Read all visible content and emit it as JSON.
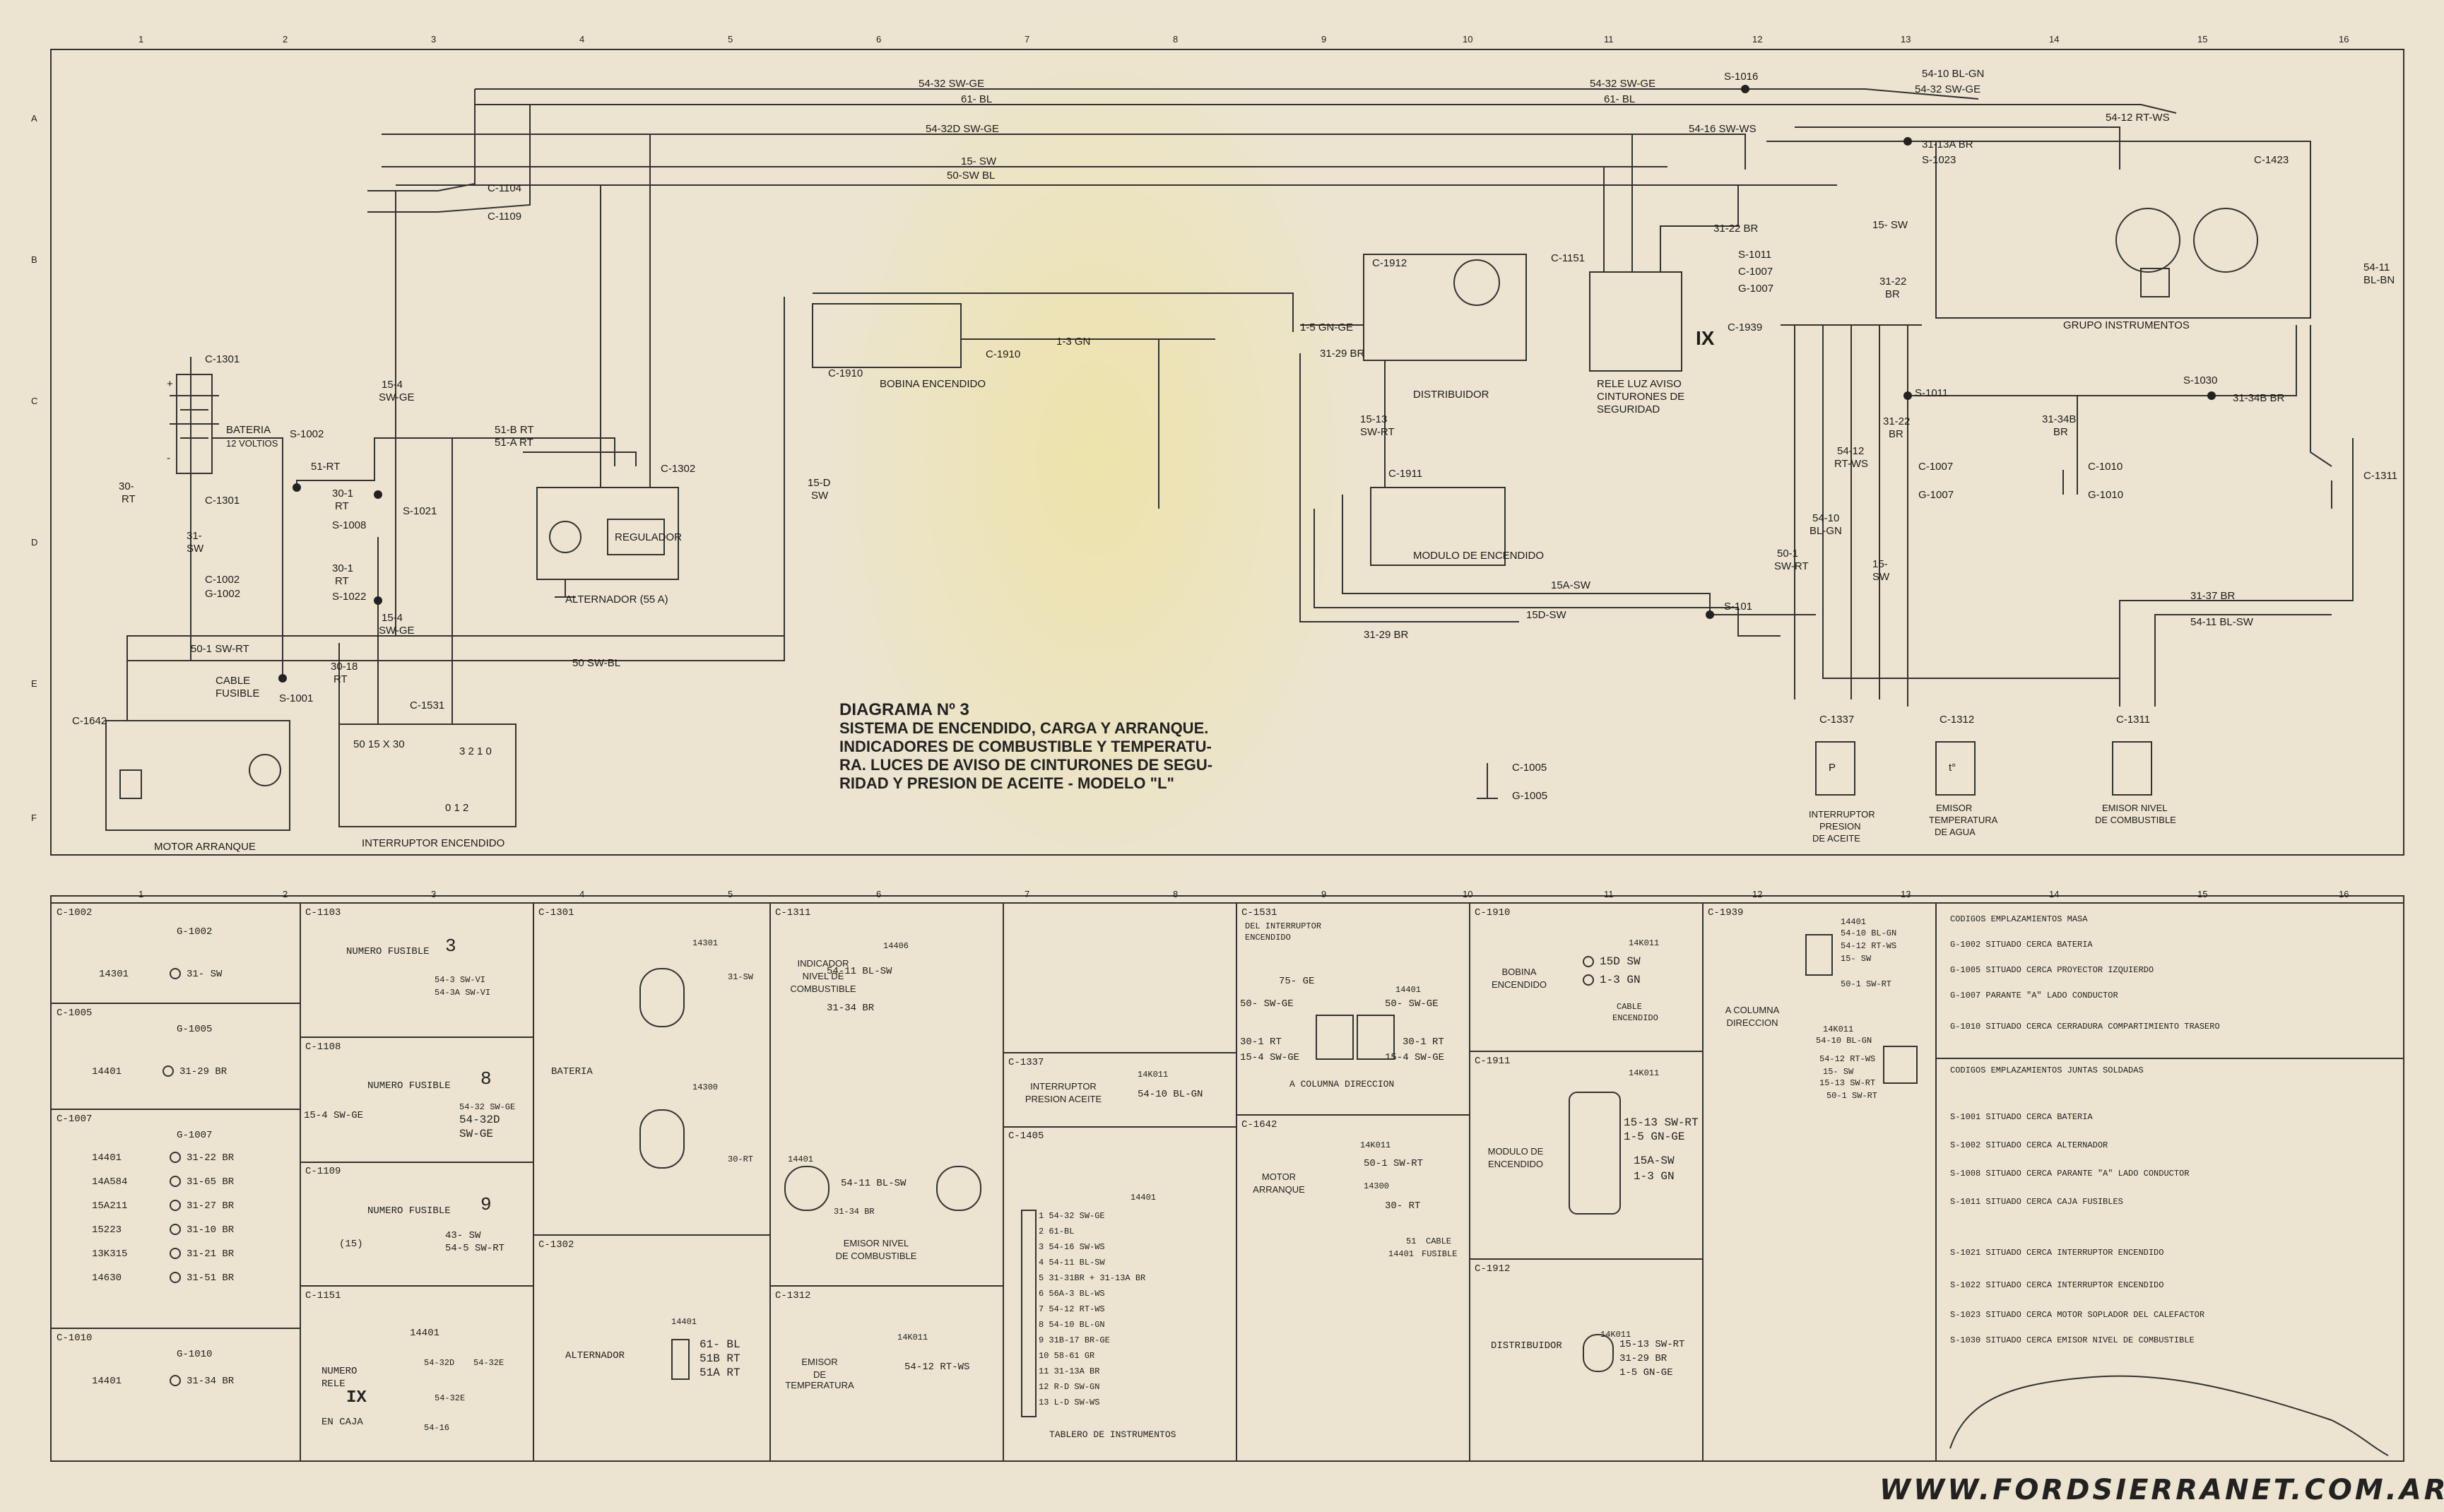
{
  "title_lines": [
    "DIAGRAMA Nº 3",
    "SISTEMA DE ENCENDIDO, CARGA Y ARRANQUE.",
    "INDICADORES DE COMBUSTIBLE Y TEMPERATU-",
    "RA. LUCES DE AVISO DE CINTURONES DE SEGU-",
    "RIDAD Y PRESION DE ACEITE - MODELO \"L\""
  ],
  "website": "WWW.FORDSIERRANET.COM.AR",
  "grid": {
    "cols": [
      "1",
      "2",
      "3",
      "4",
      "5",
      "6",
      "7",
      "8",
      "9",
      "10",
      "11",
      "12",
      "13",
      "14",
      "15",
      "16"
    ],
    "rows": [
      "A",
      "B",
      "C",
      "D",
      "E",
      "F"
    ]
  },
  "components": {
    "bateria": "BATERIA",
    "voltios": "12 VOLTIOS",
    "motor_arranque": "MOTOR ARRANQUE",
    "interruptor_encendido": "INTERRUPTOR ENCENDIDO",
    "alternador": "ALTERNADOR (55 A)",
    "regulador": "REGULADOR",
    "bobina": "BOBINA ENCENDIDO",
    "distribuidor": "DISTRIBUIDOR",
    "modulo": "MODULO DE ENCENDIDO",
    "rele": [
      "RELE LUZ AVISO",
      "CINTURONES DE",
      "SEGURIDAD"
    ],
    "grupo_instrumentos": "GRUPO INSTRUMENTOS",
    "interruptor_presion": [
      "INTERRUPTOR",
      "PRESION",
      "DE ACEITE"
    ],
    "emisor_temp": [
      "EMISOR",
      "TEMPERATURA",
      "DE AGUA"
    ],
    "emisor_comb": [
      "EMISOR NIVEL",
      "DE COMBUSTIBLE"
    ],
    "cable_fusible": [
      "CABLE",
      "FUSIBLE"
    ],
    "rele_mark": "IX"
  },
  "labels": {
    "w1": "54-32 SW-GE",
    "w2": "61- BL",
    "w3": "54-32D SW-GE",
    "w4": "15- SW",
    "w5": "50-SW BL",
    "w6": "54-32 SW-GE",
    "w7": "61- BL",
    "w8": "54-16 SW-WS",
    "w9": "54-10 BL-GN",
    "w10": "54-32 SW-GE",
    "w11": "54-12 RT-WS",
    "w12": "31-13A BR",
    "w13": "15- SW",
    "s1016": "S-1016",
    "s1023": "S-1023",
    "c1423": "C-1423",
    "c1104": "C-1104",
    "c1109": "C-1109",
    "c1301": "C-1301",
    "c1301b": "C-1301",
    "s1002": "S-1002",
    "w518": "51-B RT",
    "w51a": "51-A RT",
    "c1302": "C-1302",
    "s1021": "S-1021",
    "s1008": "S-1008",
    "s1022": "S-1022",
    "w154": "15-4",
    "w154b": "SW-GE",
    "w154c": "15-4",
    "w154d": "SW-GE",
    "w30rt": "30-",
    "w30rtb": "RT",
    "w301a": "30-1",
    "w301b": "RT",
    "w301c": "30-1",
    "w301d": "RT",
    "w51rt": "51-RT",
    "w31sw": "31-",
    "w31swb": "SW",
    "c1002": "C-1002",
    "g1002": "G-1002",
    "w501": "50-1 SW-RT",
    "w50sw": "50 SW-BL",
    "s1001": "S-1001",
    "c1642": "C-1642",
    "c1531": "C-1531",
    "w3018": "30-18",
    "w3018b": "RT",
    "ign_pos": "50 15 X 30",
    "ign_num": "3 2 1 0",
    "ign_num2": "0 1 2",
    "c1910": "C-1910",
    "c1910b": "C-1910",
    "w13gn": "1-3 GN",
    "w15d": "15-D",
    "w15db": "SW",
    "c1912": "C-1912",
    "w15gn": "1-5 GN-GE",
    "w3129": "31-29 BR",
    "w1513": "15-13",
    "w1513b": "SW-RT",
    "c1911": "C-1911",
    "w15a": "15A-SW",
    "w150": "15D-SW",
    "w3129b": "31-29 BR",
    "s101": "S-101",
    "c1005": "C-1005",
    "g1005": "G-1005",
    "c1151": "C-1151",
    "w3122": "31-22 BR",
    "s1011a": "S-1011",
    "c1007a": "C-1007",
    "g1007a": "G-1007",
    "c1939": "C-1939",
    "w3122b": "31-22",
    "w3122c": "BR",
    "s1011": "S-1011",
    "w3122d": "31-22",
    "w3122e": "BR",
    "c1007": "C-1007",
    "g1007": "G-1007",
    "w5412": "54-12",
    "w5412b": "RT-WS",
    "w5410": "54-10",
    "w5410b": "BL-GN",
    "w501b": "50-1",
    "w501c": "SW-RT",
    "w15sw": "15-",
    "w15swb": "SW",
    "w15sw2": "15-",
    "w15sw2b": "SW",
    "s1030": "S-1030",
    "w31348": "31-34B BR",
    "w31348b": "31-34B",
    "w31348c": "BR",
    "c1010": "C-1010",
    "g1010": "G-1010",
    "c1311": "C-1311",
    "w5411": "54-11",
    "w5411b": "BL-BN",
    "w3137": "31-37 BR",
    "w5411c": "54-11 BL-SW",
    "c1337": "C-1337",
    "c1312": "C-1312",
    "c1311b": "C-1311",
    "p1": "P",
    "p2": "t°",
    "bat_plus": "+",
    "bat_minus": "-"
  },
  "tables": {
    "c1002": {
      "title": "C-1002",
      "sub": "G-1002",
      "rows": [
        [
          "14301",
          "31- SW"
        ]
      ]
    },
    "c1005": {
      "title": "C-1005",
      "sub": "G-1005",
      "rows": [
        [
          "14401",
          "31-29 BR"
        ]
      ]
    },
    "c1007": {
      "title": "C-1007",
      "sub": "G-1007",
      "rows": [
        [
          "14401",
          "31-22 BR"
        ],
        [
          "14A584",
          "31-65 BR"
        ],
        [
          "15A211",
          "31-27 BR"
        ],
        [
          "15223",
          "31-10 BR"
        ],
        [
          "13K315",
          "31-21 BR"
        ],
        [
          "14630",
          "31-51 BR"
        ]
      ]
    },
    "c1010": {
      "title": "C-1010",
      "sub": "G-1010",
      "rows": [
        [
          "14401",
          "31-34 BR"
        ]
      ]
    },
    "c1103": {
      "title": "C-1103",
      "label": "NUMERO FUSIBLE",
      "num": "3",
      "wires": [
        "54-3 SW-VI",
        "54-3A SW-VI"
      ]
    },
    "c1108": {
      "title": "C-1108",
      "label": "NUMERO FUSIBLE",
      "num": "8",
      "left": "15-4 SW-GE",
      "wires": [
        "54-32 SW-GE",
        "54-32D",
        "SW-GE"
      ]
    },
    "c1109": {
      "title": "C-1109",
      "label": "NUMERO FUSIBLE",
      "num": "9",
      "left": "(15)",
      "wires": [
        "43- SW",
        "54-5 SW-RT"
      ]
    },
    "c1151": {
      "title": "C-1151",
      "code": "14401",
      "lbl": [
        "NUMERO",
        "RELE"
      ],
      "num": "IX",
      "lbl2": "EN CAJA",
      "wires": [
        "54-32D",
        "54-32E",
        "54-32E",
        "54-16"
      ]
    },
    "c1301": {
      "title": "C-1301",
      "lbl": "BATERIA",
      "codes": [
        "14301",
        "14300"
      ],
      "wires": [
        "31-SW",
        "30-RT"
      ]
    },
    "c1302": {
      "title": "C-1302",
      "lbl": "ALTERNADOR",
      "code": "14401",
      "wires": [
        "61- BL",
        "51B RT",
        "51A RT"
      ]
    },
    "c1311": {
      "title": "C-1311",
      "lbl": [
        "INDICADOR",
        "NIVEL DE",
        "COMBUSTIBLE"
      ],
      "code": "14406",
      "wires": [
        "54-11 BL-SW",
        "31-34 BR"
      ],
      "lbl2": [
        "EMISOR NIVEL",
        "DE COMBUSTIBLE"
      ],
      "code2": "14401",
      "w2": [
        "54-11 BL-SW",
        "31-34 BR"
      ]
    },
    "c1312": {
      "title": "C-1312",
      "lbl": [
        "EMISOR",
        "DE TEMPERATURA"
      ],
      "code": "14K011",
      "wire": "54-12 RT-WS"
    },
    "c1337": {
      "title": "C-1337",
      "lbl": [
        "INTERRUPTOR",
        "PRESION ACEITE"
      ],
      "code": "14K011",
      "wire": "54-10 BL-GN"
    },
    "c1405": {
      "title": "C-1405",
      "code": "14401",
      "lbl": "TABLERO DE INSTRUMENTOS",
      "rows": [
        [
          "1",
          "54-32 SW-GE"
        ],
        [
          "2",
          "61-BL"
        ],
        [
          "3",
          "54-16 SW-WS"
        ],
        [
          "4",
          "54-11 BL-SW"
        ],
        [
          "5",
          "31-31BR + 31-13A BR"
        ],
        [
          "6",
          "56A-3 BL-WS"
        ],
        [
          "7",
          "54-12 RT-WS"
        ],
        [
          "8",
          "54-10 BL-GN"
        ],
        [
          "9",
          "31B-17 BR-GE"
        ],
        [
          "10",
          "58-61 GR"
        ],
        [
          "11",
          "31-13A BR"
        ],
        [
          "12",
          "R-D SW-GN"
        ],
        [
          "13",
          "L-D SW-WS"
        ]
      ]
    },
    "c1531": {
      "title": "C-1531",
      "lbl": [
        "DEL INTERRUPTOR",
        "ENCENDIDO"
      ],
      "code": "14401",
      "left": [
        "75- GE",
        "50- SW-GE",
        "30-1 RT",
        "15-4 SW-GE"
      ],
      "right": [
        "50- SW-GE",
        "30-1 RT",
        "15-4 SW-GE"
      ],
      "foot": "A COLUMNA DIRECCION"
    },
    "c1642": {
      "title": "C-1642",
      "lbl": [
        "MOTOR",
        "ARRANQUE"
      ],
      "code": "14K011",
      "w1": "50-1 SW-RT",
      "code2": "14300",
      "w2": "30- RT",
      "fuse": [
        "51",
        "CABLE",
        "FUSIBLE"
      ],
      "code3": "14401"
    },
    "c1910": {
      "title": "C-1910",
      "lbl": [
        "BOBINA",
        "ENCENDIDO"
      ],
      "code": "14K011",
      "wires": [
        "15D SW",
        "1-3 GN"
      ],
      "lbl2": [
        "CABLE",
        "ENCENDIDO"
      ]
    },
    "c1911": {
      "title": "C-1911",
      "lbl": [
        "MODULO DE",
        "ENCENDIDO"
      ],
      "code": "14K011",
      "wires": [
        "15-13 SW-RT",
        "1-5 GN-GE",
        "15A-SW",
        "1-3 GN"
      ]
    },
    "c1912": {
      "title": "C-1912",
      "lbl": "DISTRIBUIDOR",
      "code": "14K011",
      "wires": [
        "15-13 SW-RT",
        "31-29 BR",
        "1-5 GN-GE"
      ]
    },
    "c1939": {
      "title": "C-1939",
      "lbl": [
        "A COLUMNA",
        "DIRECCION"
      ],
      "code": "14401",
      "wires": [
        "54-10 BL-GN",
        "54-12 RT-WS",
        "15- SW",
        "50-1 SW-RT"
      ],
      "code2": "14K011",
      "wires2": [
        "54-10 BL-GN",
        "54-12 RT-WS",
        "15- SW",
        "15-13 SW-RT",
        "50-1 SW-RT"
      ]
    }
  },
  "codes_masa": {
    "title": "CODIGOS EMPLAZAMIENTOS MASA",
    "items": [
      "G-1002 SITUADO CERCA BATERIA",
      "G-1005 SITUADO CERCA PROYECTOR IZQUIERDO",
      "G-1007 PARANTE \"A\" LADO CONDUCTOR",
      "G-1010 SITUADO CERCA CERRADURA COMPARTIMIENTO TRASERO"
    ]
  },
  "codes_juntas": {
    "title": "CODIGOS EMPLAZAMIENTOS JUNTAS SOLDADAS",
    "items": [
      "S-1001 SITUADO CERCA BATERIA",
      "S-1002 SITUADO CERCA ALTERNADOR",
      "S-1008 SITUADO CERCA PARANTE \"A\" LADO CONDUCTOR",
      "S-1011 SITUADO CERCA CAJA FUSIBLES",
      "S-1021 SITUADO CERCA INTERRUPTOR ENCENDIDO",
      "S-1022 SITUADO CERCA INTERRUPTOR ENCENDIDO",
      "S-1023 SITUADO CERCA MOTOR SOPLADOR DEL CALEFACTOR",
      "S-1030 SITUADO CERCA EMISOR NIVEL DE COMBUSTIBLE"
    ]
  }
}
